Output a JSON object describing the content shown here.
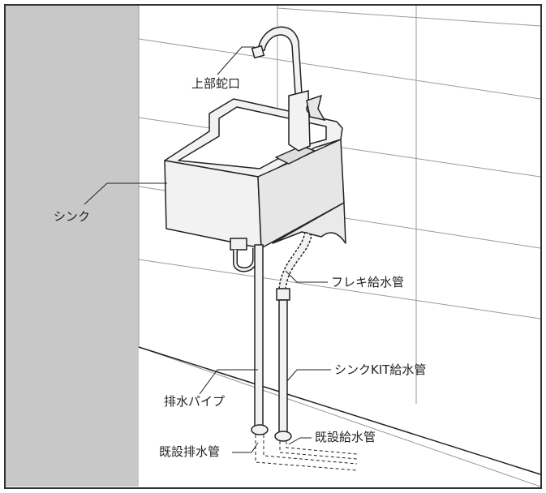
{
  "labels": {
    "faucet": "上部蛇口",
    "sink": "シンク",
    "flex_supply_pipe": "フレキ給水管",
    "kit_supply_pipe": "シンクKIT給水管",
    "drain_pipe": "排水パイプ",
    "existing_drain_pipe": "既設排水管",
    "existing_supply_pipe": "既設給水管"
  },
  "colors": {
    "frame": "#333333",
    "wall_shade": "#c8c8c8",
    "tile_lines": "#9a9a9a",
    "sink_body": "#f2f2f2",
    "line": "#222222"
  }
}
